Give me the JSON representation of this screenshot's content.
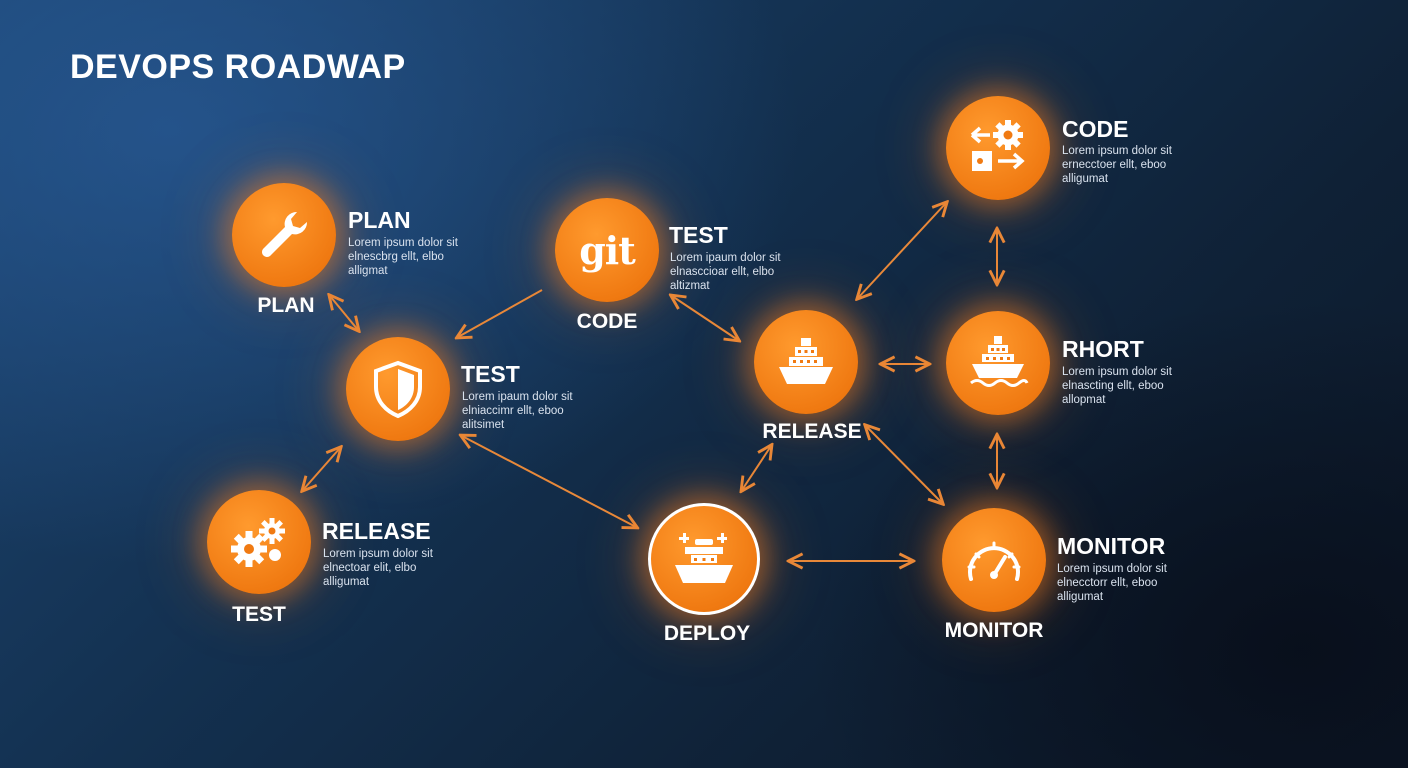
{
  "title": "DEVOPS ROADWAP",
  "colors": {
    "node": "#f07a12",
    "arrow": "#e8893a",
    "text": "#ffffff",
    "background": "#13304f"
  },
  "nodes": {
    "plan": {
      "icon": "wrench-icon",
      "heading": "PLAN",
      "desc": "Lorem ipsum dolor sit\nelnescbrg ellt, elbo\nalligmat",
      "caption": "PLAN"
    },
    "git": {
      "icon": "git-icon",
      "icon_text": "git",
      "heading": "TEST",
      "desc": "Lorem ipaum dolor sit\nelnasccioar ellt, elbo\naltizmat",
      "caption": "CODE"
    },
    "shield": {
      "icon": "shield-icon",
      "heading": "TEST",
      "desc": "Lorem ipaum dolor sit\nelniaccimr ellt, eboo\nalitsimet"
    },
    "gears": {
      "icon": "gears-icon",
      "heading": "RELEASE",
      "desc": "Lorem ipsum dolor sit\nelnectoar elit, elbo\nalligumat",
      "caption": "TEST"
    },
    "ship": {
      "icon": "ship-icon",
      "caption": "RELEASE"
    },
    "deploy": {
      "icon": "deploy-ship-icon",
      "caption": "DEPLOY"
    },
    "code": {
      "icon": "code-gear-icon",
      "heading": "CODE",
      "desc": "Lorem ipsum dolor sit\nernecctoer ellt, eboo\nalligumat"
    },
    "rhort": {
      "icon": "ship-icon",
      "heading": "RHORT",
      "desc": "Lorem ipsum dolor sit\nelnascting ellt, eboo\nallopmat"
    },
    "monitor": {
      "icon": "gauge-icon",
      "heading": "MONITOR",
      "desc": "Lorem ipsum dolor sit\nelnecctorr ellt, eboo\nalligumat",
      "caption": "MONITOR"
    }
  }
}
